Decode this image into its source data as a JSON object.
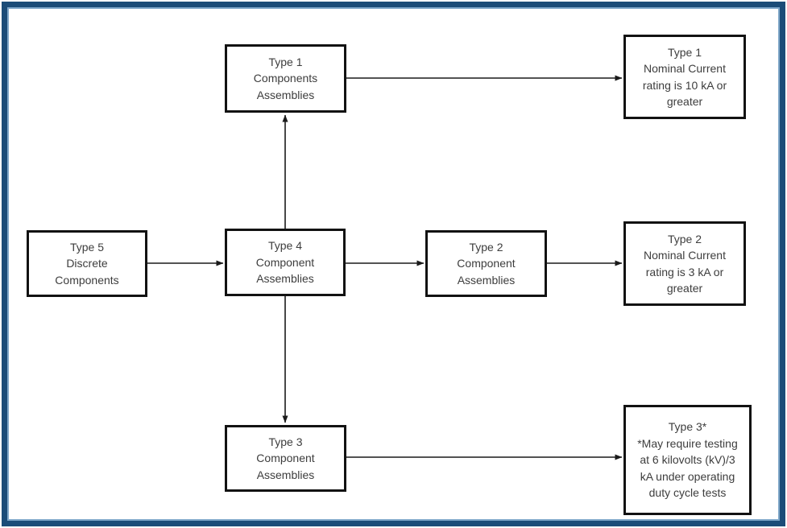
{
  "diagram": {
    "type": "flowchart",
    "description": "Surge protective device component assembly type flowchart"
  },
  "colors": {
    "frame_blue": "#1b4c78",
    "frame_blue_light": "#7fa7c9",
    "box_border": "#121212",
    "arrow": "#1a1a1a",
    "text": "#3d3d3d",
    "background": "#ffffff"
  },
  "nodes": {
    "type1_assemblies": {
      "text": "Type 1\nComponents\nAssemblies"
    },
    "type1_nominal": {
      "text": "Type 1\nNominal Current\nrating is 10 kA or\ngreater"
    },
    "type5_discrete": {
      "text": "Type 5\nDiscrete\nComponents"
    },
    "type4_assemblies": {
      "text": "Type 4\nComponent\nAssemblies"
    },
    "type2_assemblies": {
      "text": "Type 2\nComponent\nAssemblies"
    },
    "type2_nominal": {
      "text": "Type 2\nNominal Current\nrating is 3 kA or\ngreater"
    },
    "type3_assemblies": {
      "text": "Type 3\nComponent\nAssemblies"
    },
    "type3_note": {
      "text": "Type 3*\n*May require testing\nat 6 kilovolts (kV)/3\nkA under operating\nduty cycle tests"
    }
  },
  "edges": [
    {
      "from": "type5_discrete",
      "to": "type4_assemblies",
      "direction": "right"
    },
    {
      "from": "type4_assemblies",
      "to": "type1_assemblies",
      "direction": "up"
    },
    {
      "from": "type4_assemblies",
      "to": "type2_assemblies",
      "direction": "right"
    },
    {
      "from": "type4_assemblies",
      "to": "type3_assemblies",
      "direction": "down"
    },
    {
      "from": "type1_assemblies",
      "to": "type1_nominal",
      "direction": "right"
    },
    {
      "from": "type2_assemblies",
      "to": "type2_nominal",
      "direction": "right"
    },
    {
      "from": "type3_assemblies",
      "to": "type3_note",
      "direction": "right"
    }
  ]
}
